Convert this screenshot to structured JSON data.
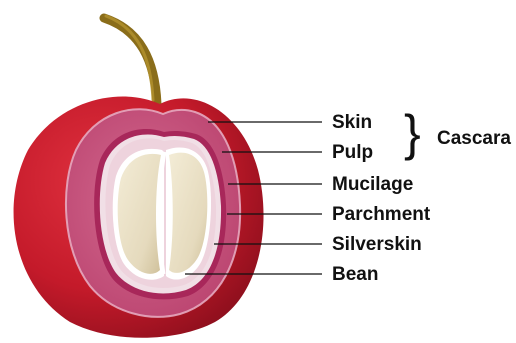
{
  "labels": {
    "skin": "Skin",
    "pulp": "Pulp",
    "mucilage": "Mucilage",
    "parchment": "Parchment",
    "silverskin": "Silverskin",
    "bean": "Bean"
  },
  "group": {
    "brace": "}",
    "name": "Cascara"
  },
  "colors": {
    "skin": "#c41a2a",
    "skin_dark": "#8e0f1d",
    "pulp": "#c74b78",
    "mucilage": "#b02a5a",
    "parchment": "#f1dfe6",
    "silverskin": "#ffffff",
    "bean": "#e8dfc4",
    "stem": "#8a6d1a",
    "leader_line": "#111111"
  }
}
